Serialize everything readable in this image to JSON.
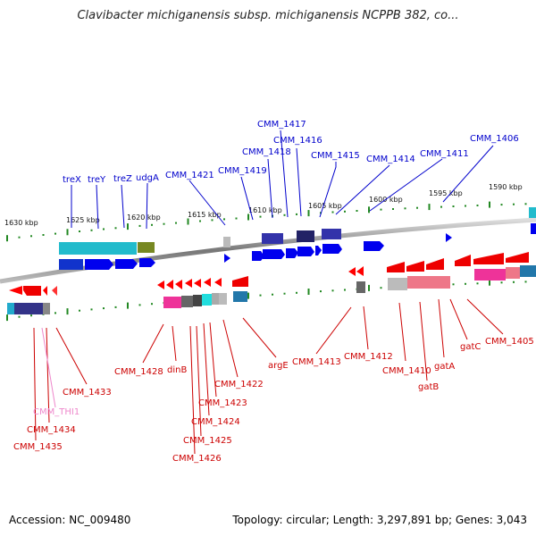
{
  "header": {
    "title": "Clavibacter michiganensis subsp. michiganensis NCPPB 382, co..."
  },
  "footer": {
    "accession": "Accession: NC_009480",
    "summary": "Topology: circular; Length: 3,297,891 bp; Genes: 3,043"
  },
  "colors": {
    "forward_label": "#0000cc",
    "reverse_label": "#cc0000",
    "pseudo_label": "#ee88cc",
    "backbone": "#888888",
    "tick": "#228822"
  },
  "scale": {
    "ticks": [
      "1630 kbp",
      "1625 kbp",
      "1620 kbp",
      "1615 kbp",
      "1610 kbp",
      "1605 kbp",
      "1600 kbp",
      "1595 kbp",
      "1590 kbp"
    ]
  },
  "genes": {
    "forward": [
      "treX",
      "treY",
      "treZ",
      "udgA",
      "CMM_1421",
      "CMM_1419",
      "CMM_1418",
      "CMM_1417",
      "CMM_1416",
      "CMM_1415",
      "CMM_1414",
      "CMM_1411",
      "CMM_1406"
    ],
    "reverse": [
      "CMM_1433",
      "CMM_THI1",
      "CMM_1434",
      "CMM_1435",
      "CMM_1428",
      "dinB",
      "CMM_1426",
      "CMM_1425",
      "CMM_1424",
      "CMM_1423",
      "CMM_1422",
      "argE",
      "CMM_1413",
      "CMM_1412",
      "CMM_1410",
      "gatB",
      "gatA",
      "gatC",
      "CMM_1405"
    ]
  }
}
